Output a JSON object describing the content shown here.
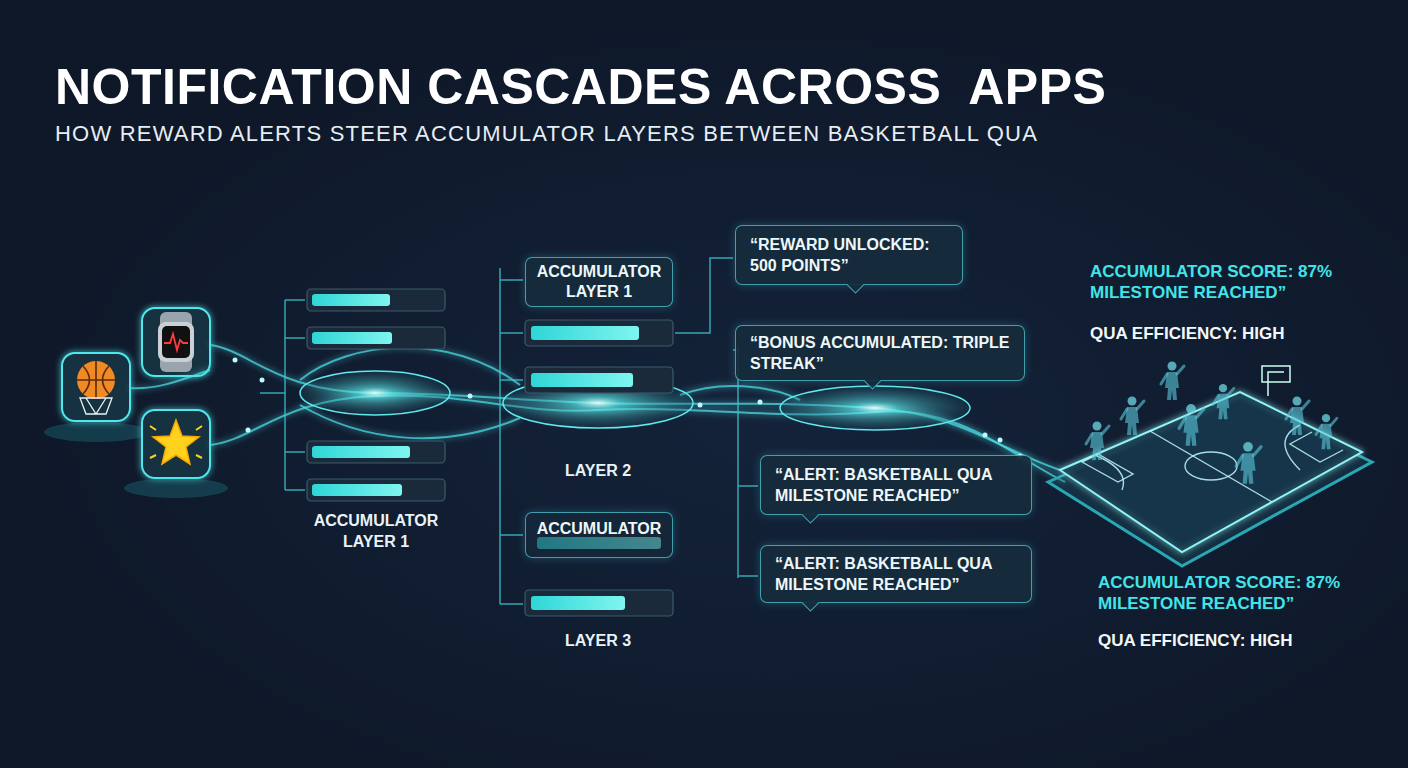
{
  "diagram": {
    "title": "NOTIFICATION CASCADES ACROSS  APPS",
    "caption": "HOW REWARD ALERTS STEER ACCUMULATOR LAYERS BETWEEN BASKETBALL QUA",
    "nodes": [
      {
        "text": [
          "ACCUMULATOR LAYER 1"
        ]
      },
      {
        "text": [
          "ACCUMULATOR"
        ]
      },
      {
        "text": [
          "“REWARD UNLOCKED: 500 POINTS”"
        ]
      },
      {
        "text": [
          "“BONUS ACCUMULATED: TRIPLE STREAK”"
        ]
      },
      {
        "text": [
          "“ALERT: BASKETBALL QUA MILESTONE REACHED”"
        ]
      },
      {
        "text": [
          "“ALERT: BASKETBALL QUA MILESTONE REACHED”"
        ]
      }
    ],
    "labels": [
      "ACCUMULATOR LAYER 1",
      "LAYER 2",
      "LAYER 3",
      "ACCUMULATOR SCORE: 87% MILESTONE REACHED”",
      "QUA EFFICIENCY: HIGH",
      "ACCUMULATOR SCORE: 87% MILESTONE REACHED”",
      "QUA EFFICIENCY: HIGH"
    ]
  }
}
